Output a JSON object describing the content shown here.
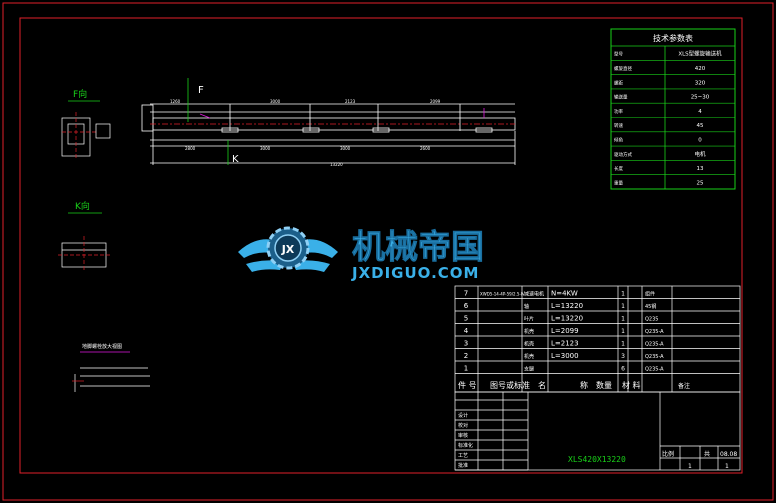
{
  "views": {
    "f_view_label": "F向",
    "k_view_label": "K向",
    "f_marker": "F",
    "k_marker": "K",
    "detail_title": "地脚螺栓放大视图"
  },
  "spec_table": {
    "title": "技术参数表",
    "rows": [
      {
        "label": "型号",
        "value": "XLS型螺旋输送机"
      },
      {
        "label": "螺旋直径",
        "value": "420"
      },
      {
        "label": "螺距",
        "value": "320"
      },
      {
        "label": "输送量",
        "value": "25~30"
      },
      {
        "label": "功率",
        "value": "4"
      },
      {
        "label": "转速",
        "value": "45"
      },
      {
        "label": "倾角",
        "value": "0"
      },
      {
        "label": "驱动方式",
        "value": "电机"
      },
      {
        "label": "长度",
        "value": "13"
      },
      {
        "label": "重量",
        "value": "25"
      }
    ]
  },
  "bom": {
    "rows": [
      {
        "no": "7",
        "code": "XWD5-14-4P-59/2.5-IV",
        "name": "减速电机",
        "spec": "N=4KW",
        "qty": "1",
        "material": "组件"
      },
      {
        "no": "6",
        "code": "",
        "name": "轴",
        "spec": "L=13220",
        "qty": "1",
        "material": "45钢"
      },
      {
        "no": "5",
        "code": "",
        "name": "叶片",
        "spec": "L=13220",
        "qty": "1",
        "material": "Q235"
      },
      {
        "no": "4",
        "code": "",
        "name": "机壳",
        "spec": "L=2099",
        "qty": "1",
        "material": "Q235-A"
      },
      {
        "no": "3",
        "code": "",
        "name": "机壳",
        "spec": "L=2123",
        "qty": "1",
        "material": "Q235-A"
      },
      {
        "no": "2",
        "code": "",
        "name": "机壳",
        "spec": "L=3000",
        "qty": "3",
        "material": "Q235-A"
      },
      {
        "no": "1",
        "code": "",
        "name": "支腿",
        "spec": "",
        "qty": "6",
        "material": "Q235-A"
      }
    ],
    "header": {
      "no": "件 号",
      "code": "图号或标准",
      "name": "名",
      "name2": "称",
      "qty": "数量",
      "material": "材 料",
      "remark": "备注"
    }
  },
  "title_block": {
    "drawing_name": "XLS420X13220",
    "roles": [
      "设计",
      "校对",
      "审核",
      "标准化",
      "工艺",
      "批准"
    ],
    "scale_label": "比例",
    "scale_value": "1",
    "sheet_label": "共",
    "sheet_value": "1",
    "date": "08.08"
  },
  "watermark": {
    "logo_text": "机械帝国",
    "logo_sub": "JXDIGUO.COM",
    "emblem_letters": "JX"
  },
  "colors": {
    "frame": "#e0202a",
    "line": "#ffffff",
    "green": "#19d119",
    "magenta": "#e018e0",
    "blue": "#3ab0e8"
  }
}
